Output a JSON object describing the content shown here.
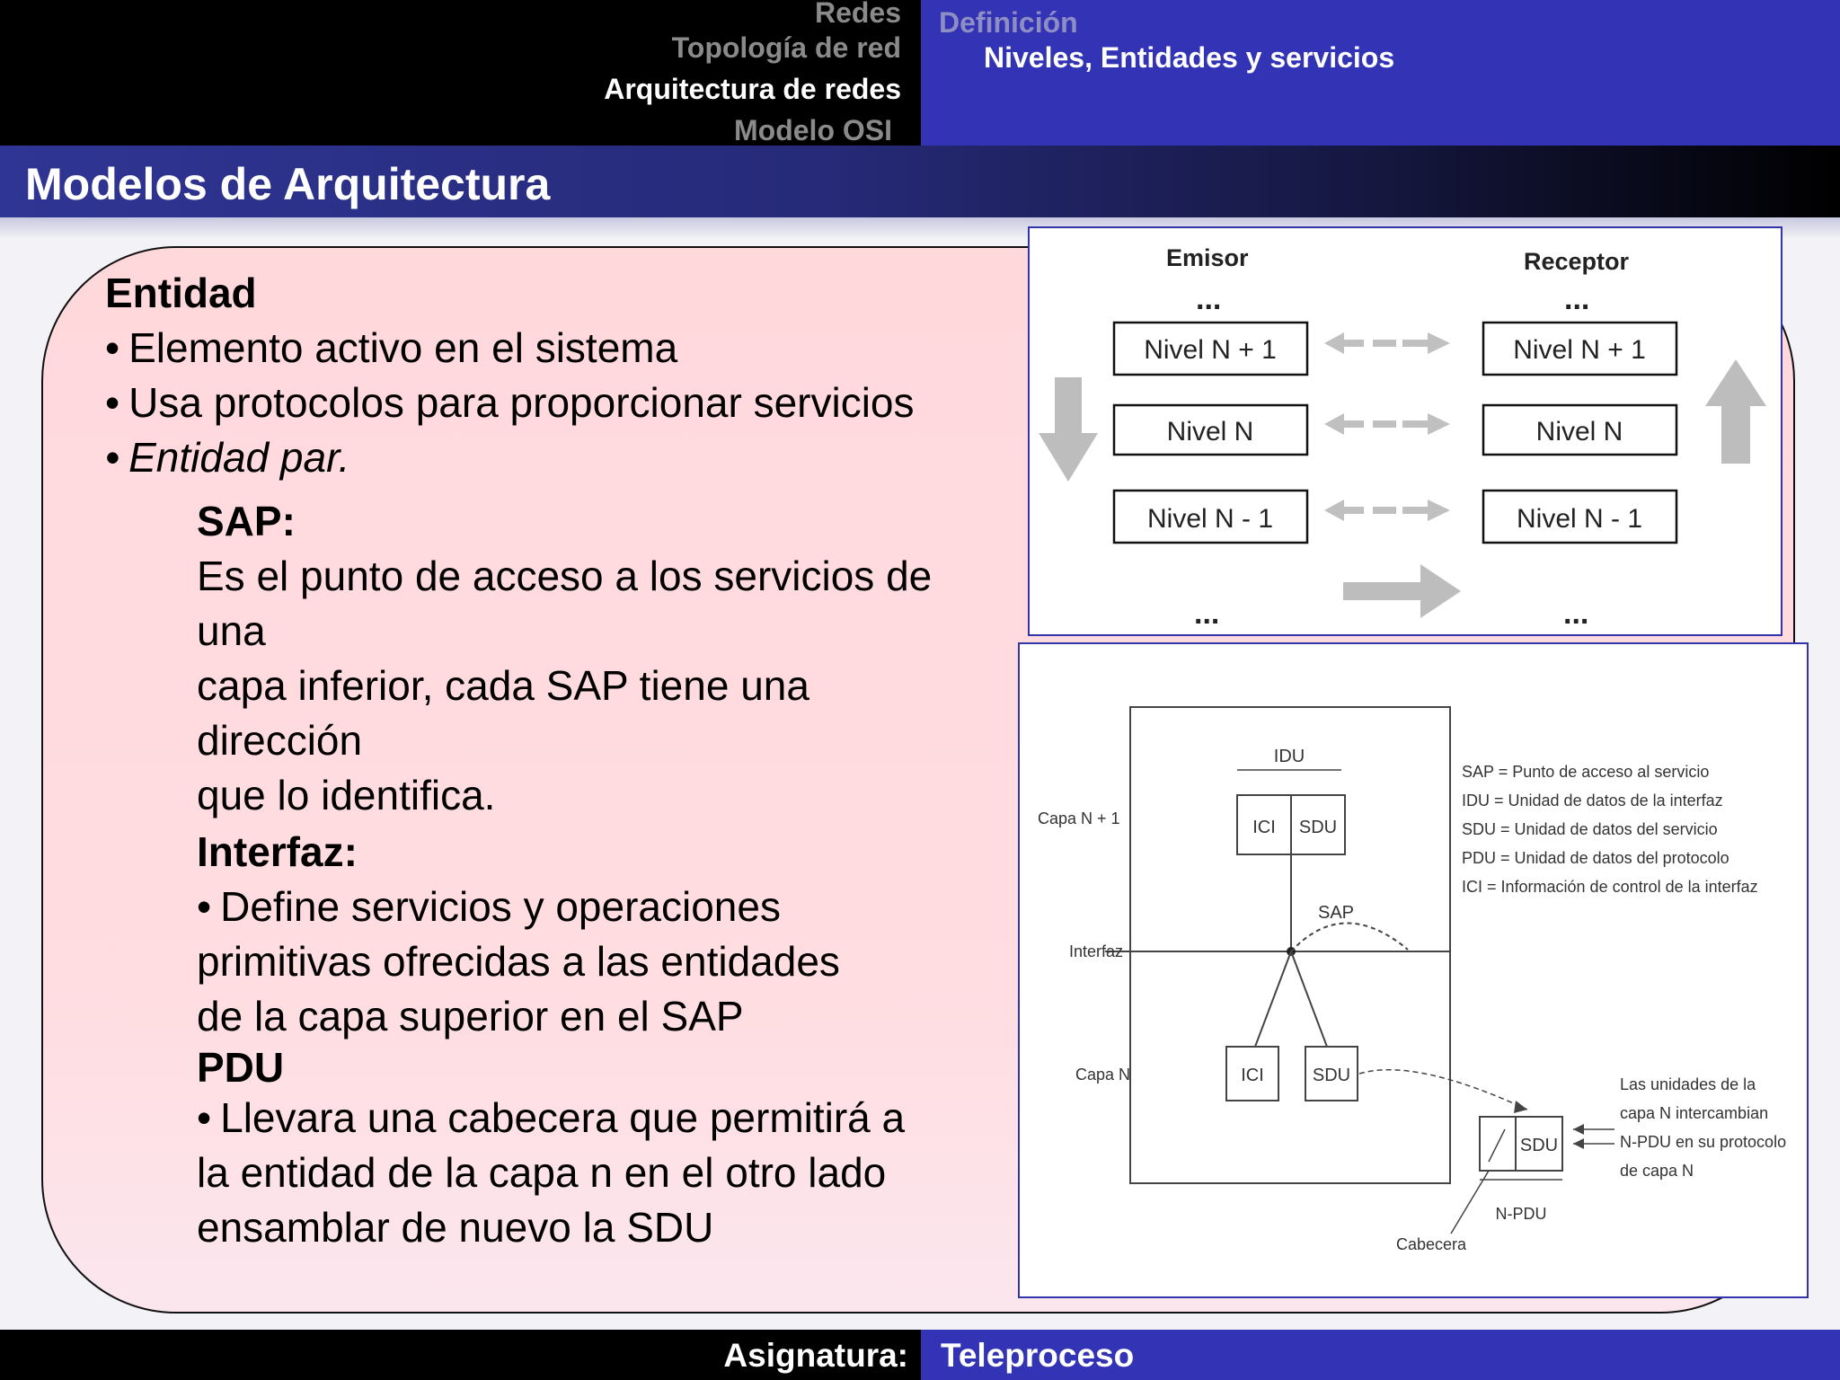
{
  "header": {
    "nav": [
      {
        "label": "Redes",
        "active": false
      },
      {
        "label": "Topología de red",
        "active": false
      },
      {
        "label": "Arquitectura de redes",
        "active": true
      },
      {
        "label": "Modelo OSI",
        "active": false
      }
    ],
    "sub": {
      "definicion": "Definición",
      "niveles": "Niveles, Entidades y servicios"
    }
  },
  "title": "Modelos de Arquitectura",
  "content": {
    "entidad_heading": "Entidad",
    "entidad_bullets": [
      "Elemento activo en el sistema",
      "Usa protocolos para proporcionar servicios",
      "Entidad par."
    ],
    "sap_heading": "SAP:",
    "sap_lines": [
      "Es el punto de acceso a los servicios de",
      "una",
      "capa inferior, cada SAP tiene una",
      "dirección",
      "que lo identifica."
    ],
    "interfaz_heading": "Interfaz:",
    "interfaz_lines": [
      "Define servicios y operaciones",
      "primitivas ofrecidas a las entidades",
      "de la capa superior en el SAP"
    ],
    "pdu_heading": "PDU",
    "pdu_lines": [
      "Llevara una cabecera que permitirá a",
      "la entidad de la capa n en el otro lado",
      "ensamblar de nuevo la SDU"
    ]
  },
  "figure1": {
    "emisor": "Emisor",
    "receptor": "Receptor",
    "ellipsis": "...",
    "levels": [
      "Nivel N + 1",
      "Nivel N",
      "Nivel N - 1"
    ]
  },
  "figure2": {
    "idu": "IDU",
    "ici": "ICI",
    "sdu": "SDU",
    "sap": "SAP",
    "capa_n1": "Capa N + 1",
    "interfaz": "Interfaz",
    "capa_n": "Capa N",
    "npdu": "N-PDU",
    "cabecera": "Cabecera",
    "legend": [
      "SAP = Punto de acceso al servicio",
      "IDU = Unidad de datos de la interfaz",
      "SDU = Unidad de datos del servicio",
      "PDU = Unidad de datos del protocolo",
      "ICI = Información de control de la interfaz"
    ],
    "note": [
      "Las unidades de la",
      "capa N intercambian",
      "N-PDU en su protocolo",
      "de capa N"
    ]
  },
  "footer": {
    "label": "Asignatura:",
    "value": "Teleproceso"
  },
  "colors": {
    "header_blue": "#3333b5",
    "card_pink": "#ffdde1",
    "arrow_gray": "#bdbdbd"
  }
}
